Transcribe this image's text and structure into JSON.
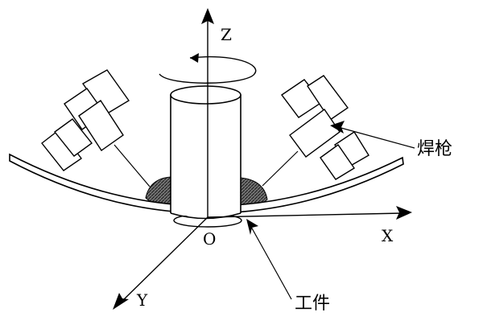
{
  "axes": {
    "z": "Z",
    "x": "X",
    "y": "Y",
    "origin": "O"
  },
  "annotations": {
    "welding_torch": "焊枪",
    "workpiece": "工件"
  },
  "colors": {
    "line": "#000000",
    "weld_fill": "#555555",
    "background": "#ffffff"
  }
}
